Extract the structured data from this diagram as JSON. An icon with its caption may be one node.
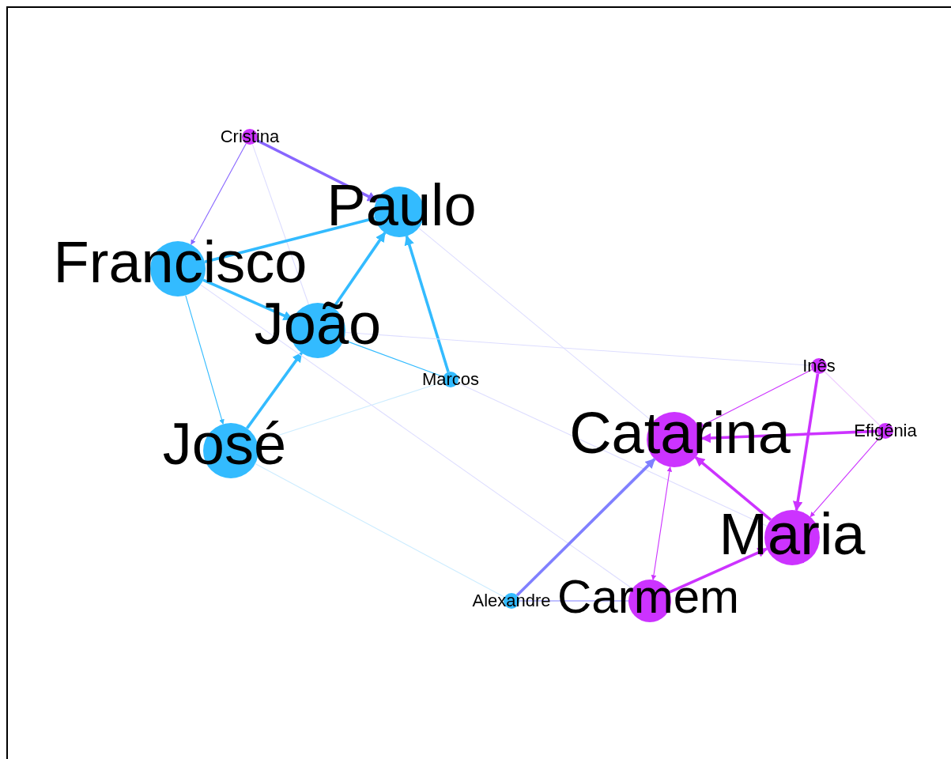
{
  "diagram": {
    "nodes": [
      {
        "text": [
          "Cristina"
        ]
      },
      {
        "text": [
          "Paulo"
        ]
      },
      {
        "text": [
          "Francisco"
        ]
      },
      {
        "text": [
          "João"
        ]
      },
      {
        "text": [
          "Marcos"
        ]
      },
      {
        "text": [
          "José"
        ]
      },
      {
        "text": [
          "Inês"
        ]
      },
      {
        "text": [
          "Catarina"
        ]
      },
      {
        "text": [
          "Efigênia"
        ]
      },
      {
        "text": [
          "Maria"
        ]
      },
      {
        "text": [
          "Alexandre"
        ]
      },
      {
        "text": [
          "Carmem"
        ]
      }
    ],
    "edges": [
      {
        "from": 0,
        "to": 1,
        "arrow": "to",
        "style": "thick",
        "color": "#8866ff"
      },
      {
        "from": 0,
        "to": 2,
        "arrow": "to",
        "color": "#8866ff"
      },
      {
        "from": 0,
        "to": 3,
        "arrow": "none",
        "color": "#ddddff"
      },
      {
        "from": 2,
        "to": 1,
        "arrow": "none",
        "style": "thick",
        "color": "#33bbff"
      },
      {
        "from": 2,
        "to": 3,
        "arrow": "to",
        "style": "thick",
        "color": "#33bbff"
      },
      {
        "from": 2,
        "to": 5,
        "arrow": "to",
        "color": "#33bbff"
      },
      {
        "from": 3,
        "to": 1,
        "arrow": "to",
        "style": "thick",
        "color": "#33bbff"
      },
      {
        "from": 5,
        "to": 3,
        "arrow": "to",
        "style": "thick",
        "color": "#33bbff"
      },
      {
        "from": 4,
        "to": 1,
        "arrow": "to",
        "style": "thick",
        "color": "#33bbff"
      },
      {
        "from": 3,
        "to": 4,
        "arrow": "none",
        "color": "#33bbff"
      },
      {
        "from": 5,
        "to": 4,
        "arrow": "none",
        "color": "#ccecff"
      },
      {
        "from": 1,
        "to": 7,
        "arrow": "none",
        "color": "#ddddff"
      },
      {
        "from": 3,
        "to": 6,
        "arrow": "none",
        "color": "#ddddff"
      },
      {
        "from": 2,
        "to": 11,
        "arrow": "none",
        "color": "#ddddff"
      },
      {
        "from": 4,
        "to": 9,
        "arrow": "none",
        "color": "#ddddff"
      },
      {
        "from": 5,
        "to": 10,
        "arrow": "none",
        "color": "#ccecff"
      },
      {
        "from": 10,
        "to": 7,
        "arrow": "to",
        "style": "thick",
        "color": "#8080ff"
      },
      {
        "from": 10,
        "to": 11,
        "arrow": "none",
        "color": "#8080ff"
      },
      {
        "from": 6,
        "to": 7,
        "arrow": "to",
        "color": "#cc33ff"
      },
      {
        "from": 6,
        "to": 9,
        "arrow": "to",
        "style": "thick",
        "color": "#cc33ff"
      },
      {
        "from": 6,
        "to": 8,
        "arrow": "none",
        "color": "#eeccff"
      },
      {
        "from": 8,
        "to": 7,
        "arrow": "to",
        "style": "thick",
        "color": "#cc33ff"
      },
      {
        "from": 8,
        "to": 9,
        "arrow": "to",
        "color": "#cc33ff"
      },
      {
        "from": 9,
        "to": 7,
        "arrow": "to",
        "style": "thick",
        "color": "#cc33ff"
      },
      {
        "from": 11,
        "to": 9,
        "arrow": "to",
        "style": "thick",
        "color": "#cc33ff"
      },
      {
        "from": 7,
        "to": 11,
        "arrow": "both",
        "color": "#cc33ff"
      }
    ]
  }
}
